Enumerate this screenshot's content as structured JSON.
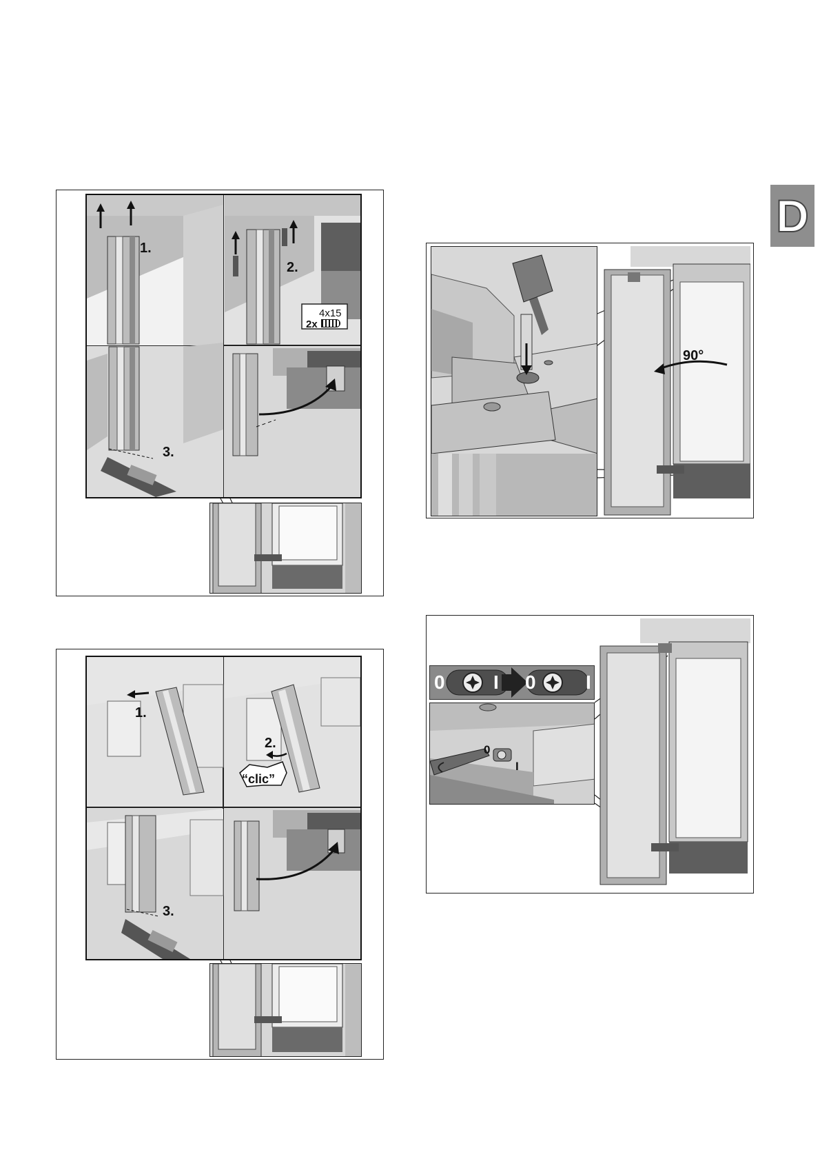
{
  "page": {
    "language_tab": "D"
  },
  "figure1": {
    "step1": "1.",
    "step2": "2.",
    "step3": "3.",
    "screw_spec": "4x15",
    "screw_qty": "2x"
  },
  "figure2": {
    "step1": "1.",
    "step2": "2.",
    "step3": "3.",
    "sound": "“clic”"
  },
  "figure3": {
    "angle": "90°"
  },
  "figure4": {
    "switch_off_left": "0",
    "switch_on_left": "I",
    "switch_off_right": "0",
    "switch_on_right": "I",
    "dial_off": "0",
    "dial_on": "I"
  },
  "colors": {
    "frame": "#222222",
    "steel_light": "#e4e4e4",
    "steel_mid": "#b8b8b8",
    "steel_dark": "#6a6a6a",
    "tab_bg": "#8e8e8e"
  }
}
